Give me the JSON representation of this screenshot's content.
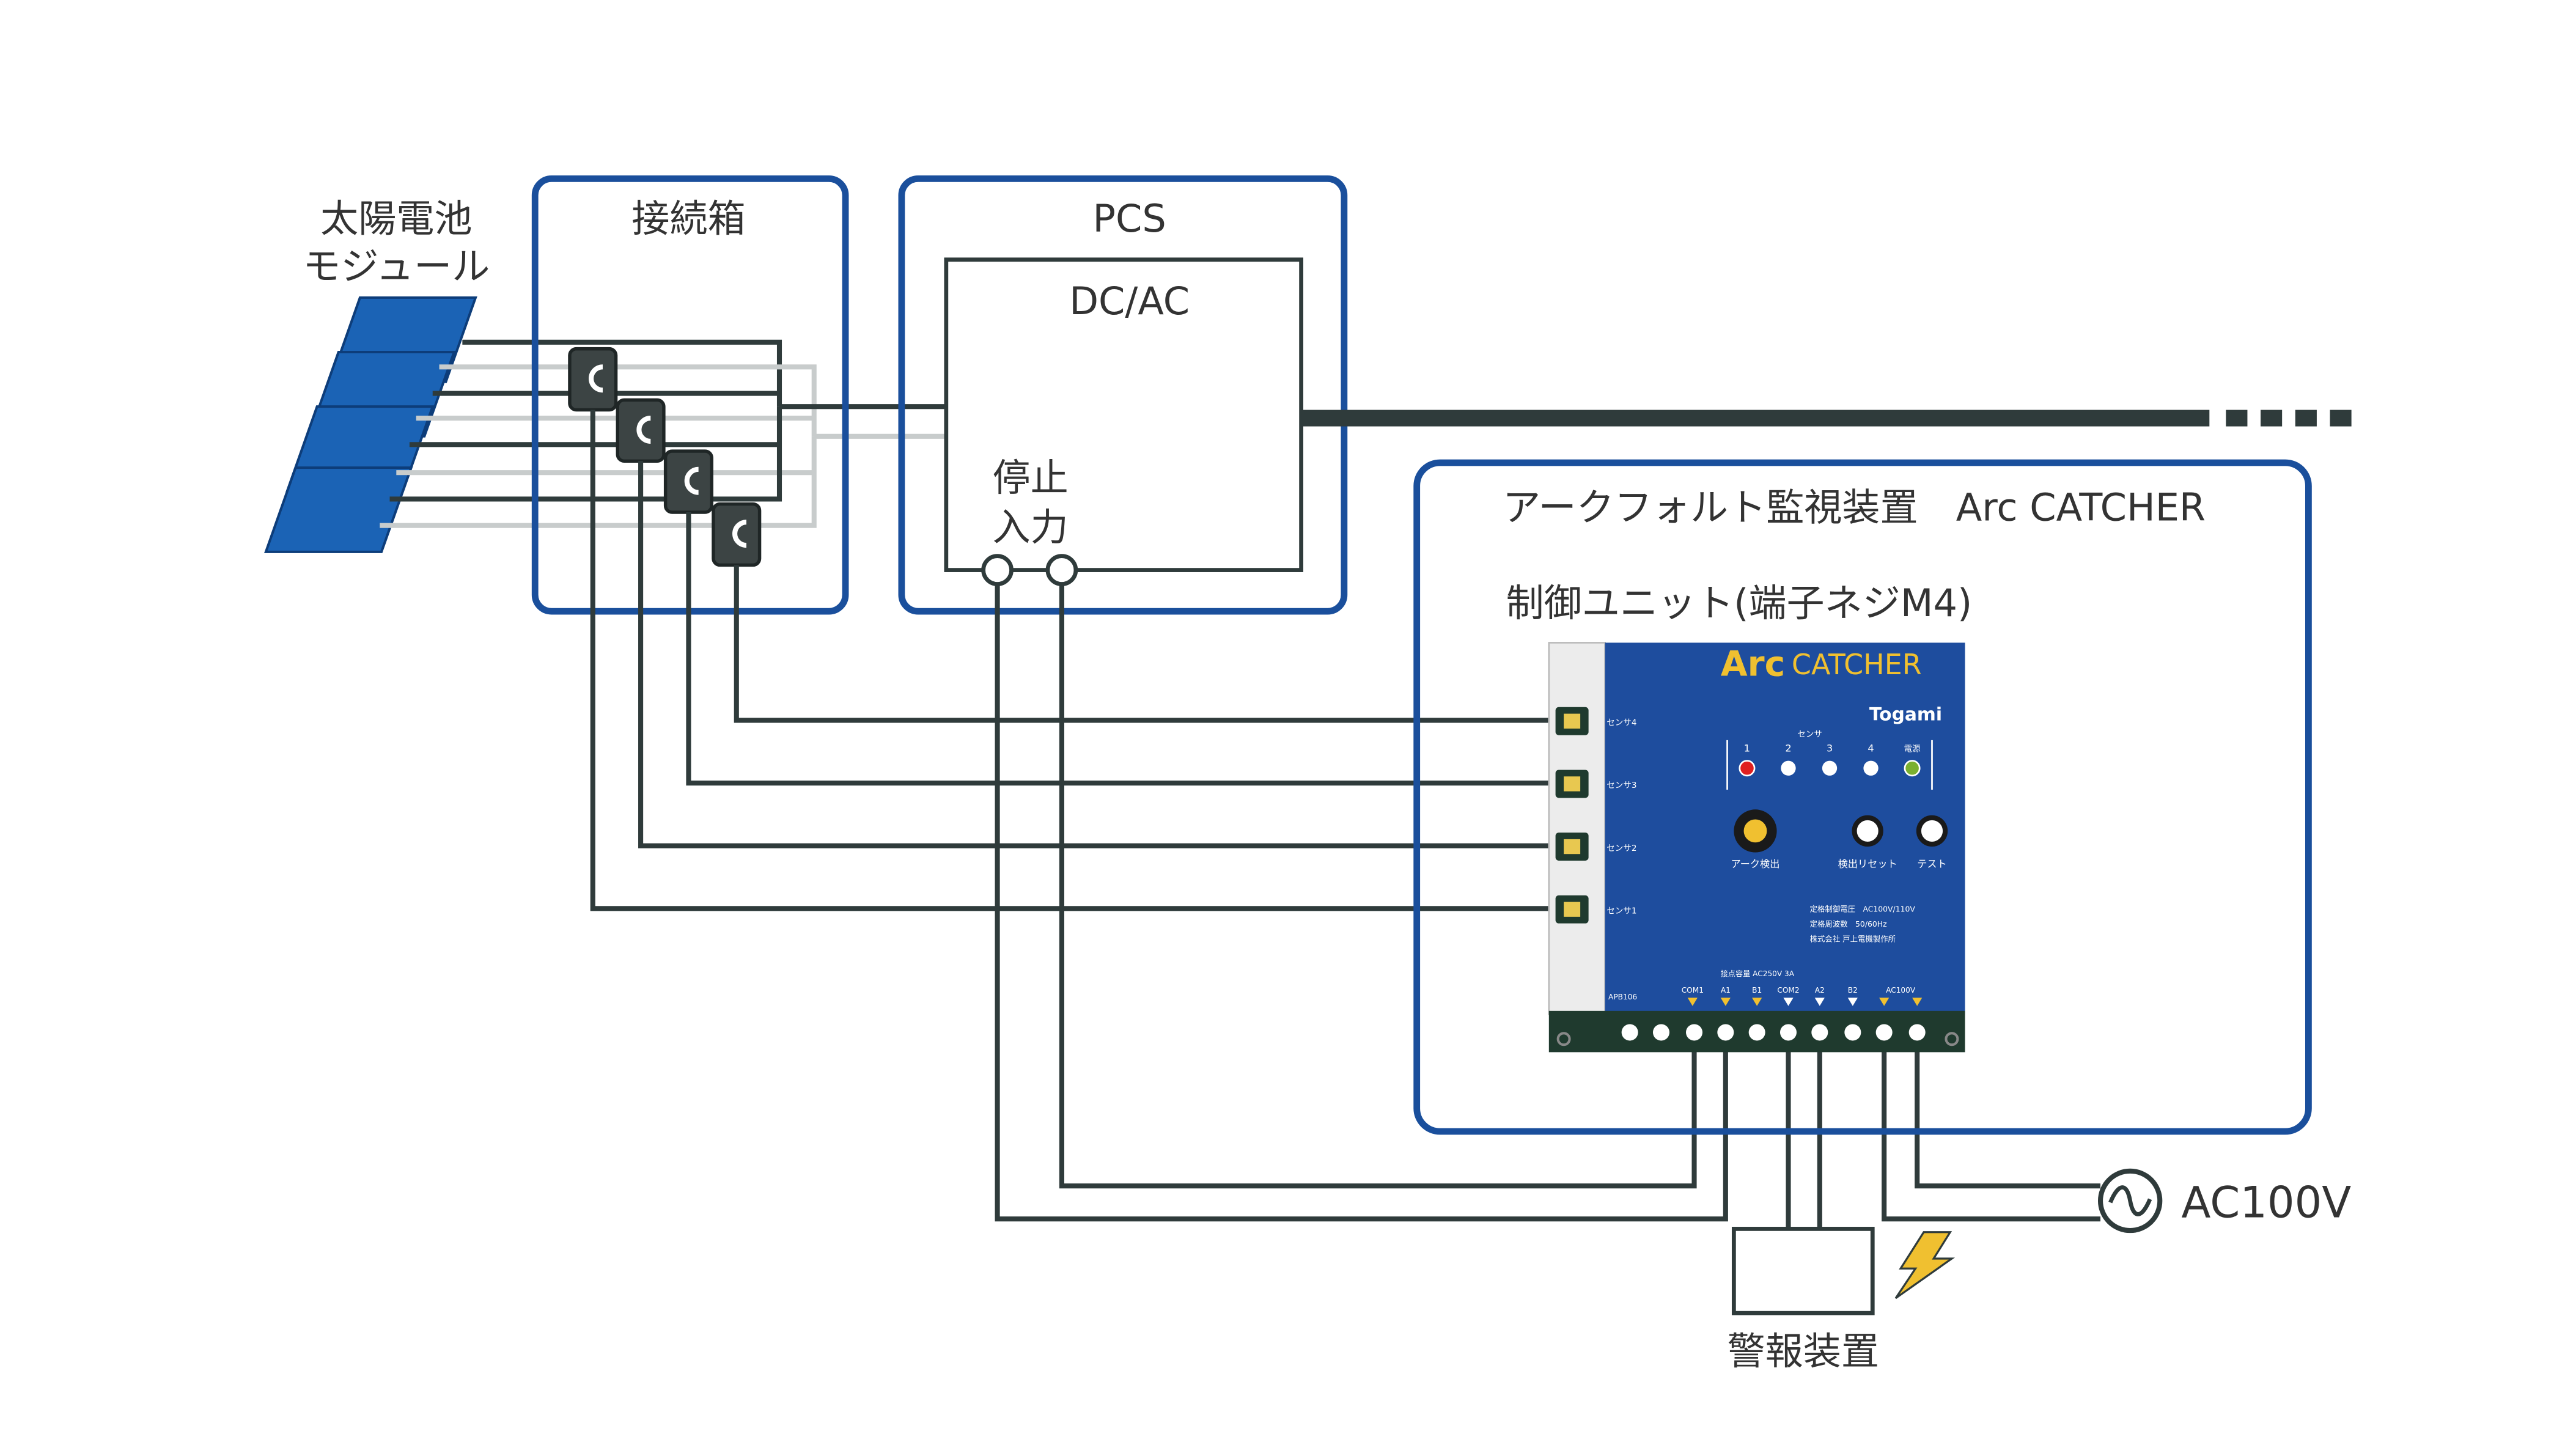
{
  "labels": {
    "solar_module_line1": "太陽電池",
    "solar_module_line2": "モジュール",
    "junction_box": "接続箱",
    "pcs": "PCS",
    "dcac": "DC/AC",
    "stop_input_line1": "停止",
    "stop_input_line2": "入力",
    "arc_system": "アークフォルト監視装置　Arc CATCHER",
    "control_unit": "制御ユニット(端子ネジM4)",
    "ac100v": "AC100V",
    "alarm_device": "警報装置"
  },
  "device": {
    "brand_arc": "Arc",
    "brand_catcher": "CATCHER",
    "maker": "Togami",
    "sensor_heading": "センサ",
    "sensor_numbers": [
      "1",
      "2",
      "3",
      "4"
    ],
    "power_label": "電源",
    "button_arc_detect": "アーク検出",
    "button_reset": "検出リセット",
    "button_test": "テスト",
    "side_sensor_labels": [
      "センサ4",
      "センサ3",
      "センサ2",
      "センサ1"
    ],
    "spec_lines": [
      "定格制御電圧　AC100V/110V",
      "定格周波数　50/60Hz",
      "株式会社 戸上電機製作所"
    ],
    "contact_rating": "接点容量 AC250V 3A",
    "terminal_labels": [
      "COM1",
      "A1",
      "B1",
      "COM2",
      "A2",
      "B2",
      "AC100V"
    ],
    "model": "APB106"
  },
  "colors": {
    "box_blue": "#1a4f9c",
    "wire_dark": "#2f3b3b",
    "wire_light": "#c8cccc",
    "panel_blue": "#1c4ea0",
    "device_blue": "#1e4d9e",
    "brand_yellow": "#f0c030",
    "terminal_strip": "#1f3a2e"
  }
}
